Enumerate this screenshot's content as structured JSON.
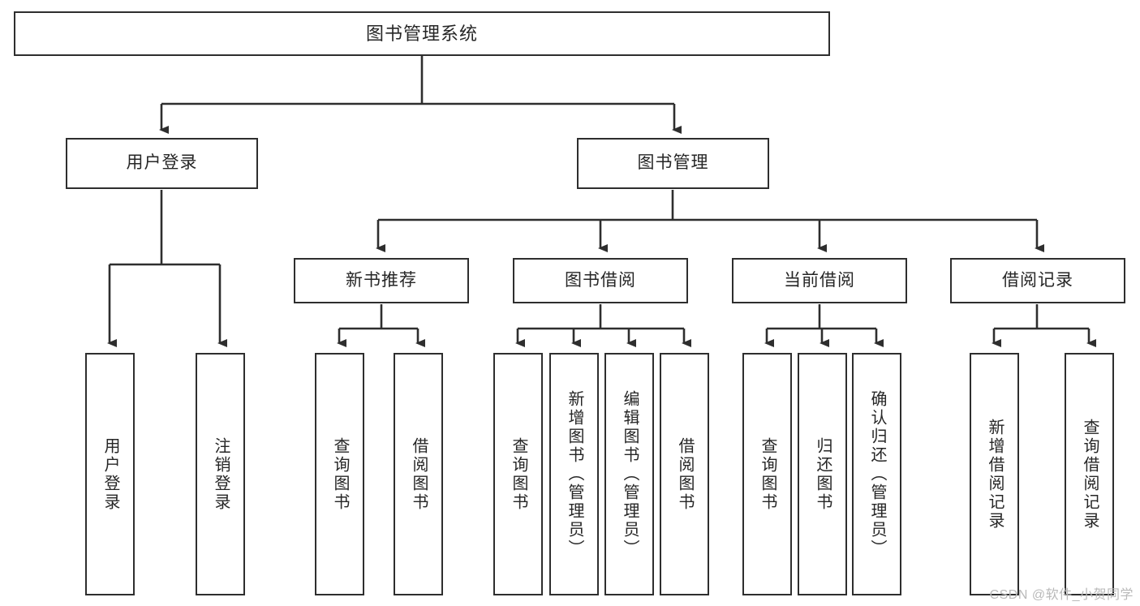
{
  "diagram": {
    "type": "tree-hierarchy-chart",
    "title": "图书管理系统",
    "orientation": "top-down",
    "colors": {
      "box_border": "#2e2e2e",
      "box_fill": "#ffffff",
      "connector": "#2e2e2e",
      "text": "#262626",
      "watermark": "#b9b9b9",
      "background": "#ffffff"
    },
    "root": {
      "label": "图书管理系统"
    },
    "level1": [
      {
        "label": "用户登录"
      },
      {
        "label": "图书管理"
      }
    ],
    "level2": [
      {
        "label": "新书推荐"
      },
      {
        "label": "图书借阅"
      },
      {
        "label": "当前借阅"
      },
      {
        "label": "借阅记录"
      }
    ],
    "leaves": {
      "user_login": [
        {
          "label": "用户登录"
        },
        {
          "label": "注销登录"
        }
      ],
      "new_book_recommend": [
        {
          "label": "查询图书"
        },
        {
          "label": "借阅图书"
        }
      ],
      "book_borrow": [
        {
          "label": "查询图书"
        },
        {
          "label": "新增图书（管理员）"
        },
        {
          "label": "编辑图书（管理员）"
        },
        {
          "label": "借阅图书"
        }
      ],
      "current_borrow": [
        {
          "label": "查询图书"
        },
        {
          "label": "归还图书"
        },
        {
          "label": "确认归还（管理员）"
        }
      ],
      "borrow_record": [
        {
          "label": "新增借阅记录"
        },
        {
          "label": "查询借阅记录"
        }
      ]
    }
  },
  "watermark": {
    "text": "CSDN @软件_小贺同学"
  }
}
